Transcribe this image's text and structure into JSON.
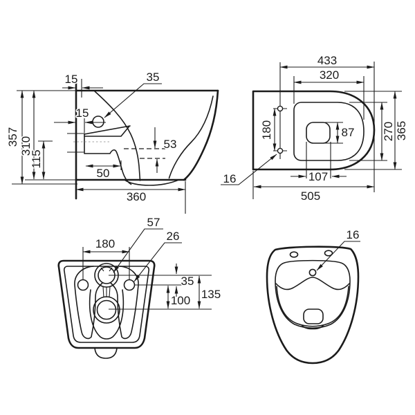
{
  "drawing": {
    "ink_color": "#1b1b1b",
    "centerline_color": "#b5b5b5",
    "background": "#ffffff"
  },
  "views": {
    "side": {
      "dims": {
        "wall_gap": "15",
        "trap_hole_dia": "35",
        "inlet_setback": "15",
        "height_overall": "357",
        "height_body": "310",
        "height_outlet_axis": "115",
        "seat_drop": "53",
        "inlet_depth": "50",
        "depth_body": "360"
      }
    },
    "plan": {
      "dims": {
        "depth_front_rim": "433",
        "bowl_opening_width": "320",
        "fixing_hole_pitch": "180",
        "drain_length": "87",
        "bowl_opening_length": "270",
        "body_width": "365",
        "fixing_hole_dia": "16",
        "drain_offset": "107",
        "depth_overall": "505"
      }
    },
    "rear": {
      "dims": {
        "bolt_hole_pitch": "180",
        "flush_inlet_dia": "57",
        "bolt_hole_dia": "26",
        "inlet_to_bolt_offset": "35",
        "bolt_to_outlet_offset": "100",
        "inlet_to_outlet_offset": "135"
      }
    },
    "front": {
      "dims": {
        "overflow_hole_dia": "16"
      }
    }
  }
}
